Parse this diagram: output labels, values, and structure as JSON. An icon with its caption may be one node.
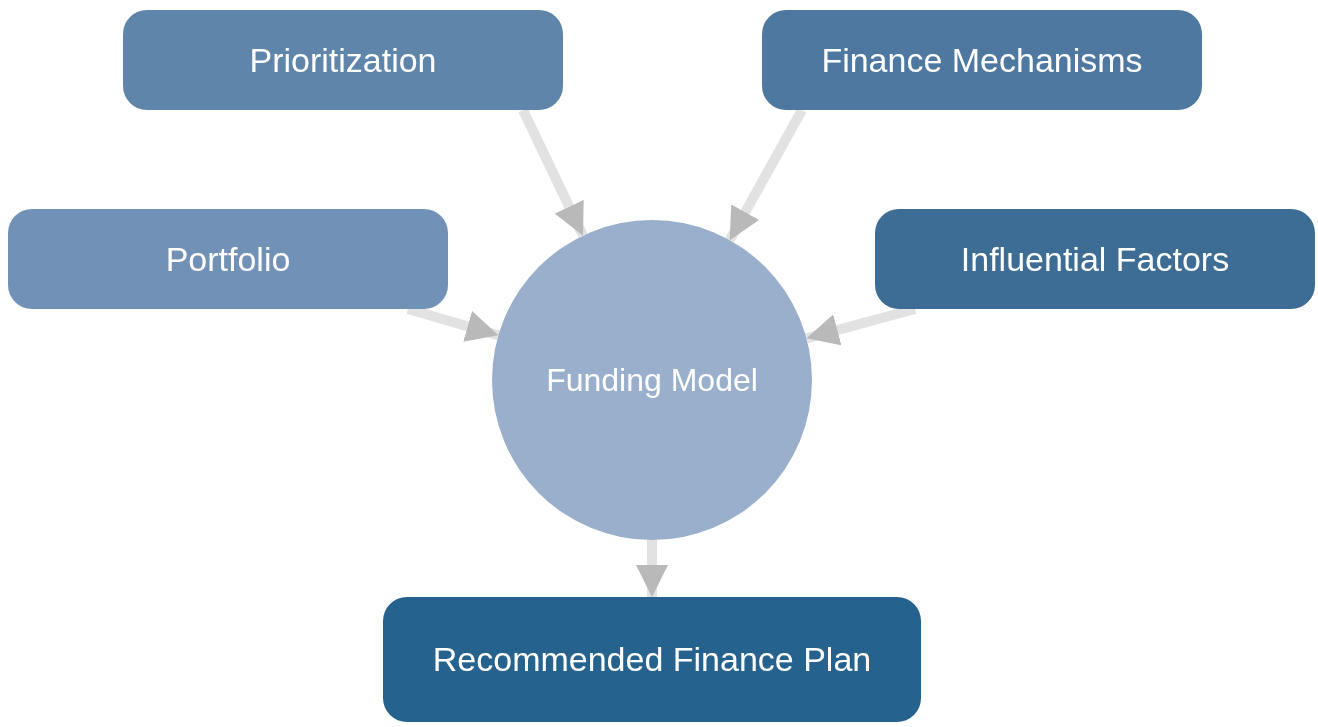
{
  "diagram": {
    "nodes": [
      {
        "text": [
          "Prioritization"
        ]
      },
      {
        "text": [
          "Finance Mechanisms"
        ]
      },
      {
        "text": [
          "Portfolio"
        ]
      },
      {
        "text": [
          "Influential Factors"
        ]
      },
      {
        "text": [
          "Funding Model"
        ]
      },
      {
        "text": [
          "Recommended Finance Plan"
        ]
      }
    ],
    "edges": [
      {
        "from": 0,
        "to": 4,
        "arrow": "to"
      },
      {
        "from": 1,
        "to": 4,
        "arrow": "to"
      },
      {
        "from": 2,
        "to": 4,
        "arrow": "to"
      },
      {
        "from": 3,
        "to": 4,
        "arrow": "to"
      },
      {
        "from": 4,
        "to": 5,
        "arrow": "to"
      }
    ]
  }
}
